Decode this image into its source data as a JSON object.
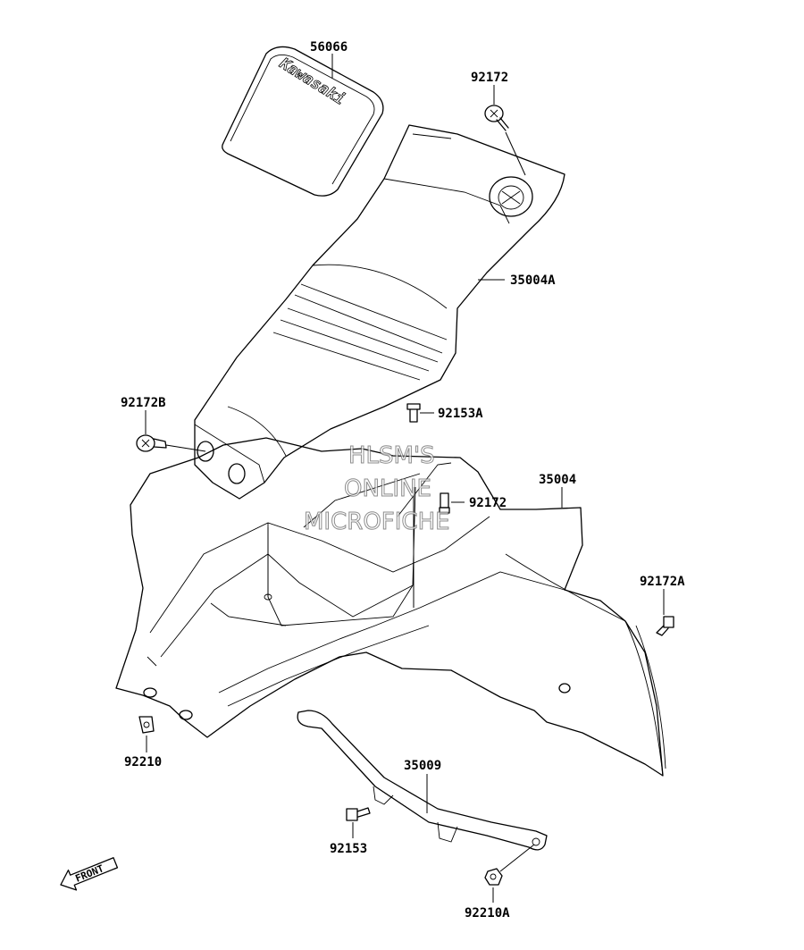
{
  "callouts": {
    "p56066": "56066",
    "p92172_top": "92172",
    "p35004A": "35004A",
    "p92172B": "92172B",
    "p92153A": "92153A",
    "p92172_mid": "92172",
    "p35004": "35004",
    "p92172A": "92172A",
    "p92210": "92210",
    "p35009": "35009",
    "p92153": "92153",
    "p92210A": "92210A"
  },
  "logo_text": "Kawasaki",
  "front_arrow_text": "FRONT",
  "watermark": [
    "HLSM'S",
    "ONLINE",
    "MICROFICHE"
  ]
}
